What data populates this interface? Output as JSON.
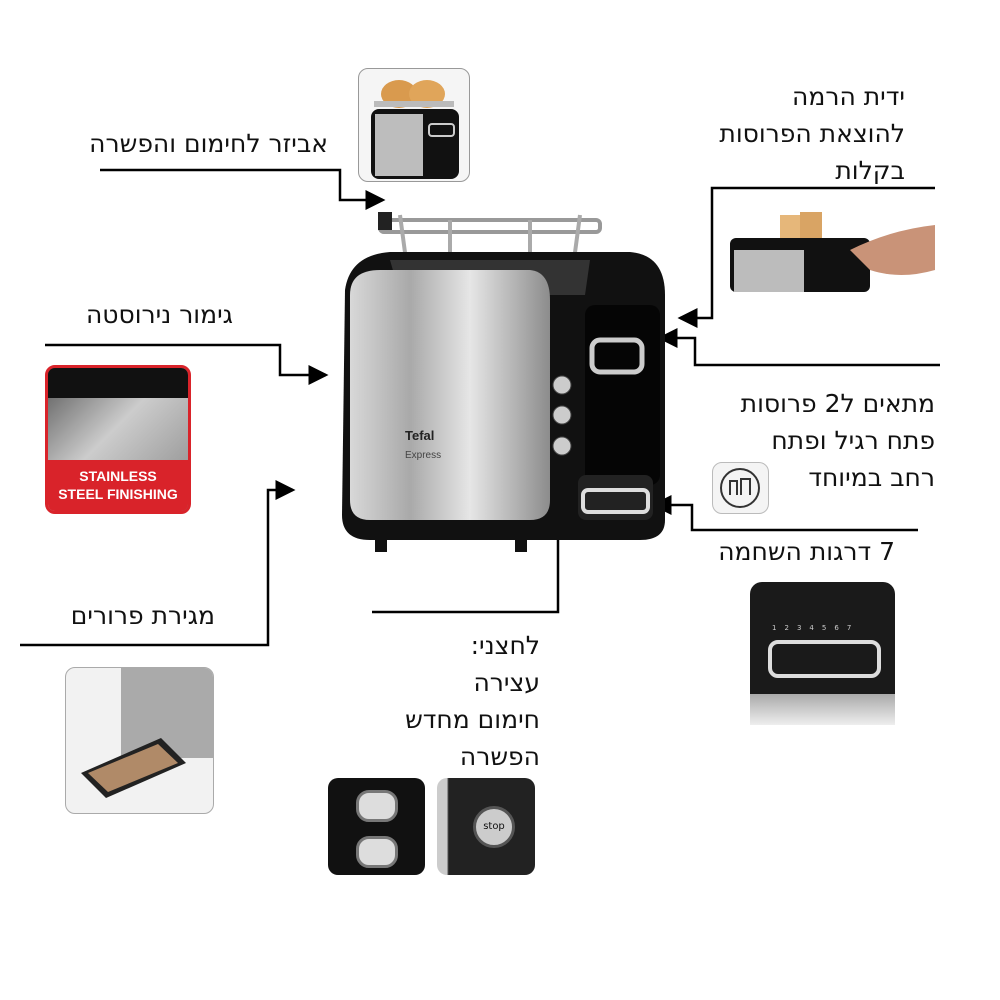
{
  "brand": {
    "name": "Tefal",
    "model": "Express"
  },
  "callouts": {
    "warming_rack": {
      "text": "אביזר לחימום והפשרה"
    },
    "lift_lever": {
      "lines": [
        "ידית הרמה",
        "להוצאת הפרוסות",
        "בקלות"
      ]
    },
    "stainless": {
      "text": "גימור נירוסטה"
    },
    "slots": {
      "lines": [
        "מתאים ל2 פרוסות",
        "פתח רגיל ופתח",
        "רחב במיוחד"
      ]
    },
    "browning": {
      "text": "7 דרגות השחמה"
    },
    "crumb_tray": {
      "text": "מגירת פרורים"
    },
    "buttons": {
      "lines": [
        "לחצני:",
        "עצירה",
        "חימום מחדש",
        "הפשרה"
      ]
    }
  },
  "badge": {
    "line1": "STAINLESS",
    "line2": "STEEL FINISHING",
    "color": "#d9232a"
  },
  "browning_scale": [
    "1",
    "2",
    "3",
    "4",
    "5",
    "6",
    "7"
  ],
  "stop_button": {
    "label": "stop"
  }
}
